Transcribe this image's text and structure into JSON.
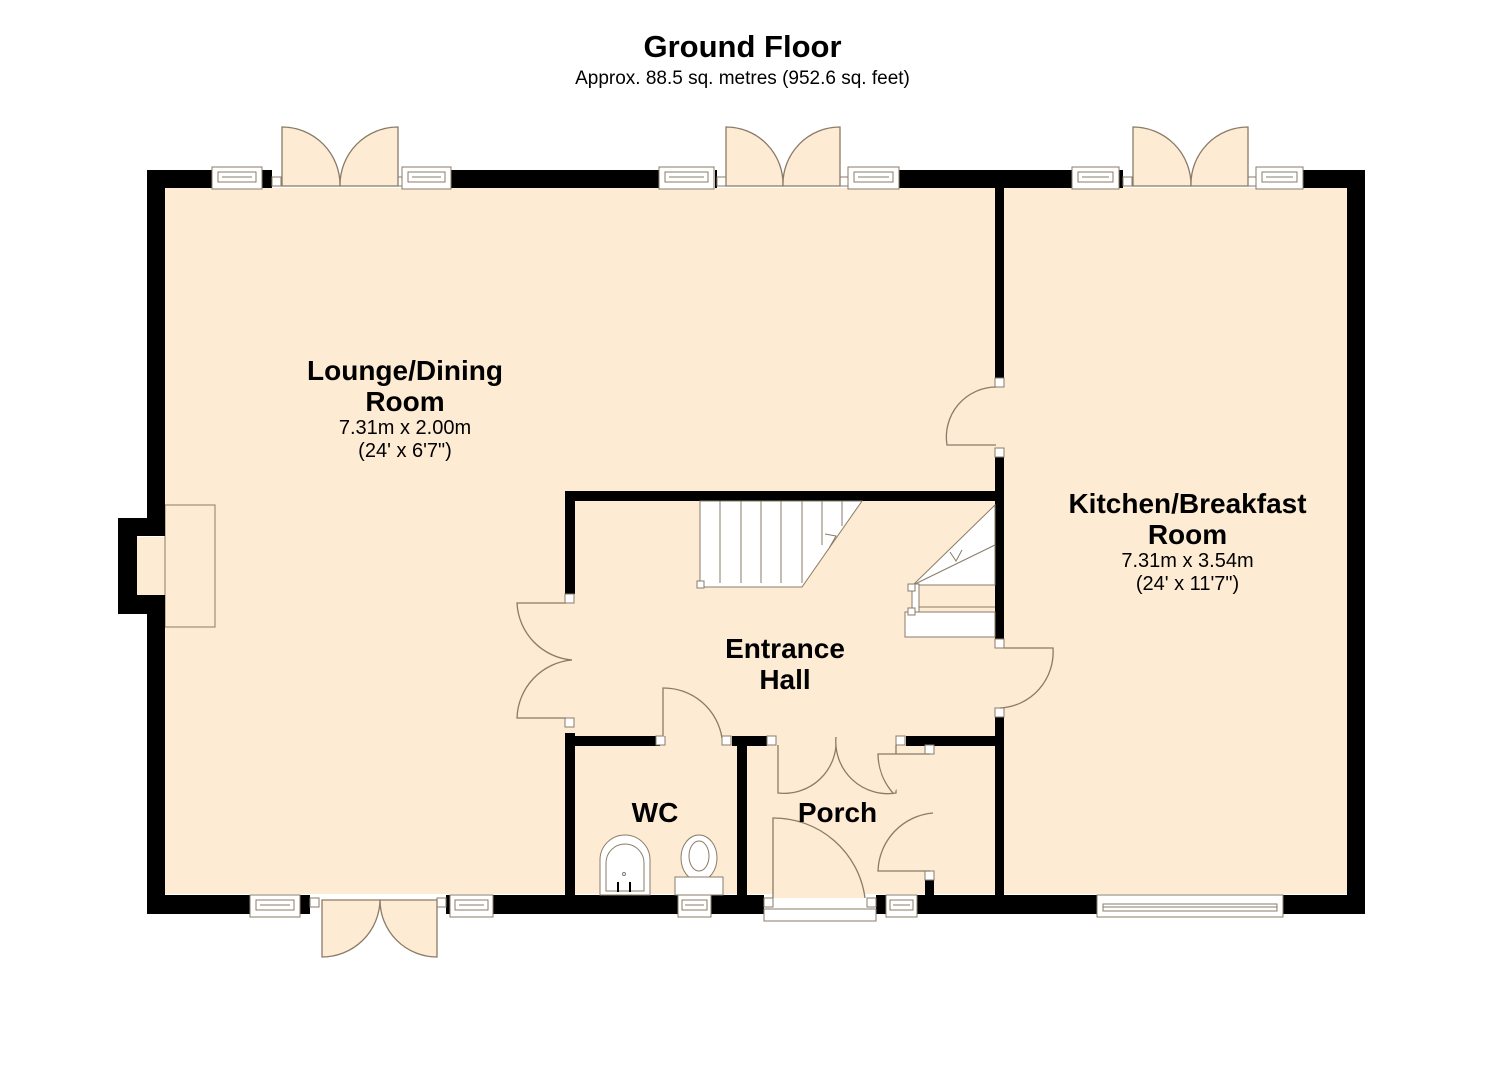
{
  "header": {
    "title": "Ground Floor",
    "subtitle": "Approx. 88.5 sq. metres (952.6 sq. feet)"
  },
  "colors": {
    "floor": "#fdebd3",
    "wall": "#000000",
    "fixture_line": "#8a7b68",
    "background": "#ffffff"
  },
  "rooms": [
    {
      "id": "lounge",
      "name_line1": "Lounge/Dining",
      "name_line2": "Room",
      "metric": "7.31m x 2.00m",
      "imperial": "(24' x 6'7\")"
    },
    {
      "id": "kitchen",
      "name_line1": "Kitchen/Breakfast",
      "name_line2": "Room",
      "metric": "7.31m x 3.54m",
      "imperial": "(24' x 11'7\")"
    },
    {
      "id": "hall",
      "name_line1": "Entrance",
      "name_line2": "Hall"
    },
    {
      "id": "wc",
      "name_line1": "WC"
    },
    {
      "id": "porch",
      "name_line1": "Porch"
    }
  ],
  "fixtures": [
    "staircase",
    "fireplace-chimney-breast",
    "wash-basin",
    "toilet",
    "french-doors",
    "windows"
  ]
}
